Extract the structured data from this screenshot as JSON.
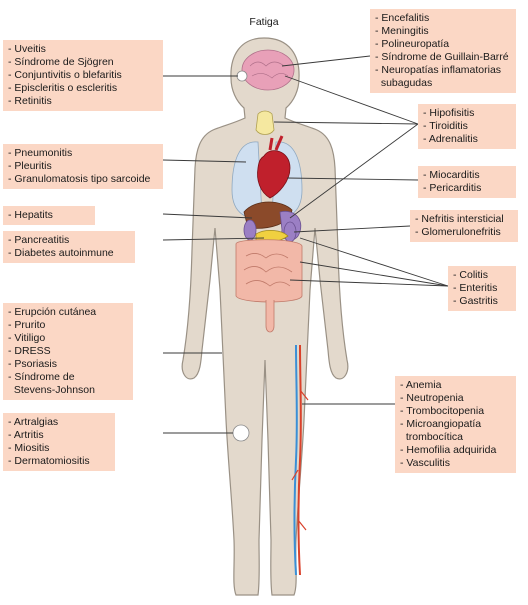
{
  "colors": {
    "label_box": "#fbd7c5",
    "body_skin": "#e3d9cc",
    "body_outline": "#9a9185",
    "lungs": "#cfdff0",
    "heart": "#c0202c",
    "liver": "#8b4a2a",
    "intestines": "#f2b8a8",
    "kidney_stomach": "#9b7fc4",
    "pancreas": "#f0d040",
    "brain": "#e8a0b8",
    "thyroid": "#f5e8a0",
    "artery": "#d9412b",
    "vein": "#3a8fd6",
    "connector_line": "#3a3a3a"
  },
  "title": "Fatiga",
  "groups": {
    "eyes": [
      "- Uveitis",
      "- Síndrome de Sjögren",
      "- Conjuntivitis o blefaritis",
      "- Episcleritis o escleritis",
      "- Retinitis"
    ],
    "nervous": [
      "- Encefalitis",
      "- Meningitis",
      "- Polineuropatía",
      "- Síndrome de Guillain-Barré",
      "- Neuropatías inflamatorias",
      "  subagudas"
    ],
    "endocrine": [
      "- Hipofisitis",
      "- Tiroiditis",
      "- Adrenalitis"
    ],
    "lungs": [
      "- Pneumonitis",
      "- Pleuritis",
      "- Granulomatosis tipo sarcoide"
    ],
    "heart": [
      "- Miocarditis",
      "- Pericarditis"
    ],
    "liver": [
      "- Hepatits"
    ],
    "kidney": [
      "- Nefritis intersticial",
      "- Glomerulonefritis"
    ],
    "pancreas": [
      "- Pancreatitis",
      "- Diabetes autoinmune"
    ],
    "gut": [
      "- Colitis",
      "- Enteritis",
      "- Gastritis"
    ],
    "skin": [
      "- Erupción cutánea",
      "- Prurito",
      "- Vitiligo",
      "- DRESS",
      "- Psoriasis",
      "- Síndrome de",
      "  Stevens-Johnson"
    ],
    "blood": [
      "- Anemia",
      "- Neutropenia",
      "- Trombocitopenia",
      "- Microangiopatía",
      "  trombocítica",
      "- Hemofilia adquirida",
      "- Vasculitis"
    ],
    "joints": [
      "- Artralgias",
      "- Artritis",
      "- Miositis",
      "- Dermatomiositis"
    ]
  }
}
